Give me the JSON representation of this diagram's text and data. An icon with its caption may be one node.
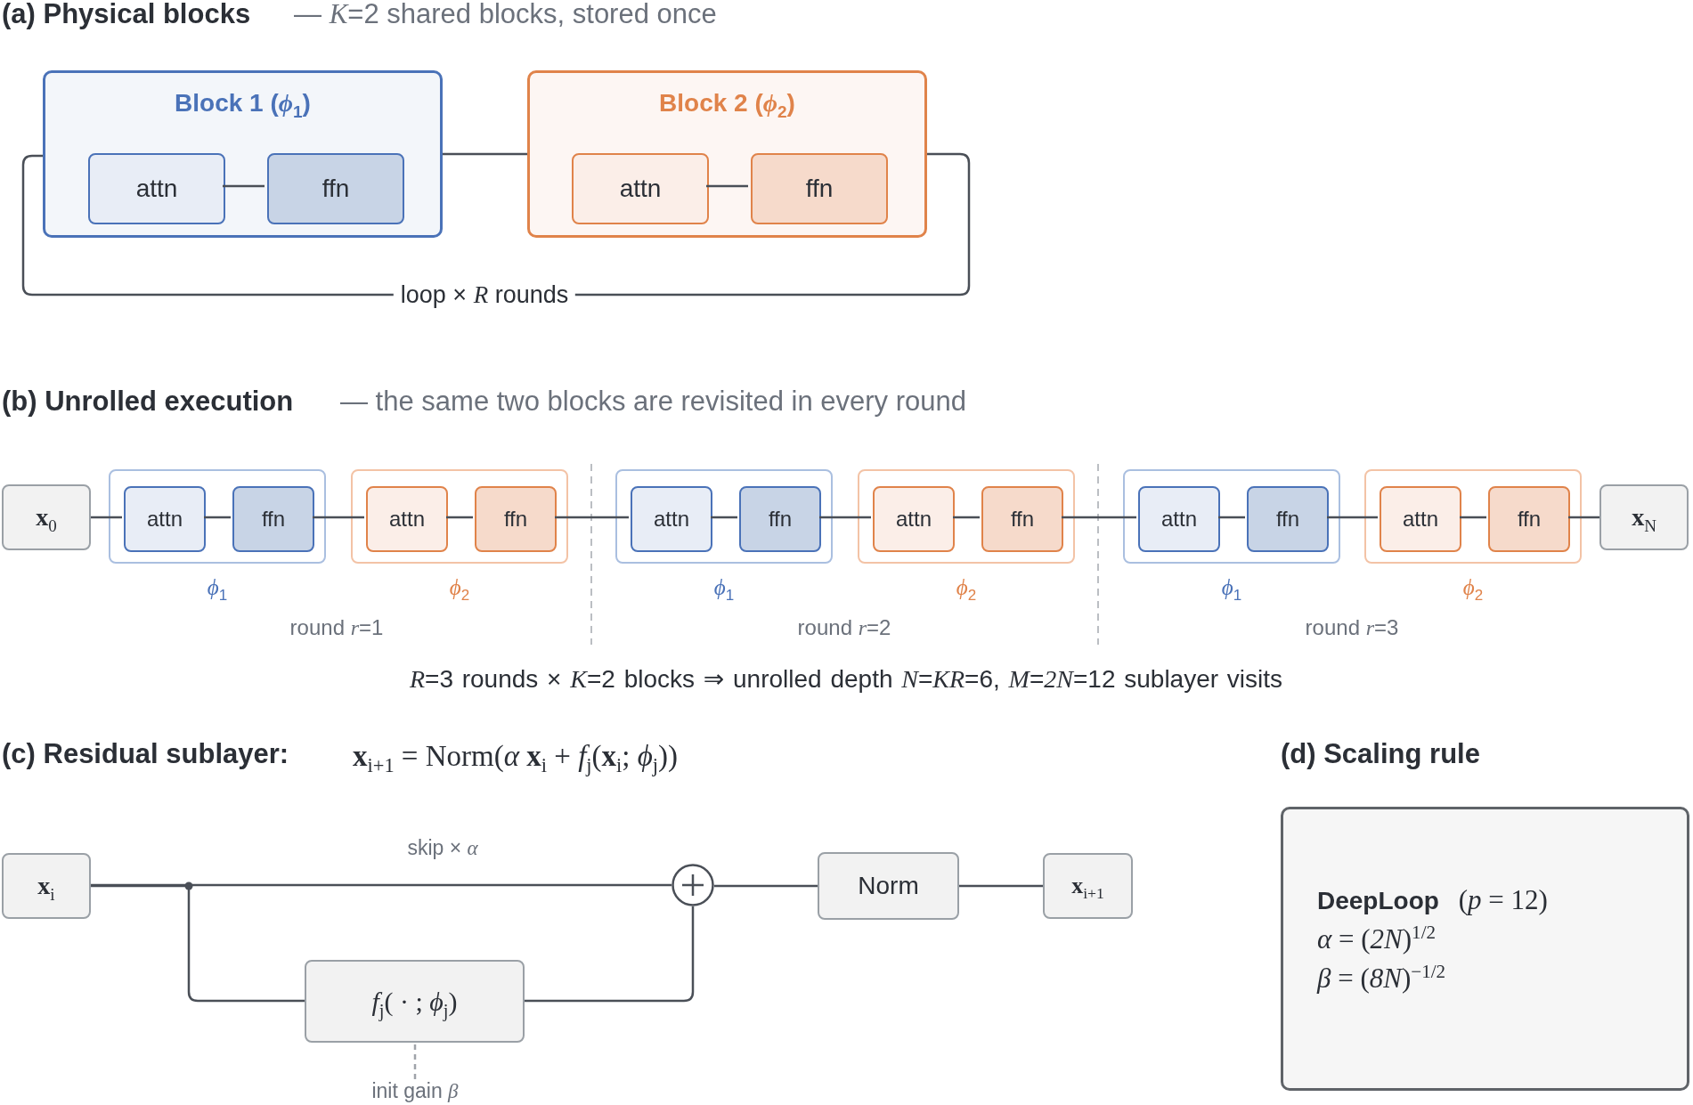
{
  "diagram": {
    "nodes": [
      {
        "text": [
          "Block 1 (*ϕ*$_{1}$)"
        ]
      },
      {
        "text": [
          "attn"
        ],
        "in": 0
      },
      {
        "text": [
          "ffn"
        ],
        "in": 0
      },
      {
        "text": [
          "Block 2 (*ϕ*$_{2}$)"
        ]
      },
      {
        "text": [
          "attn"
        ],
        "in": 3
      },
      {
        "text": [
          "ffn"
        ],
        "in": 3
      },
      {
        "text": [
          "**x**$_{0}$"
        ]
      },
      {
        "text": [
          "*ϕ*$_{1}$"
        ]
      },
      {
        "text": [
          "attn"
        ],
        "in": 7
      },
      {
        "text": [
          "ffn"
        ],
        "in": 7
      },
      {
        "text": [
          "*ϕ*$_{2}$"
        ]
      },
      {
        "text": [
          "attn"
        ],
        "in": 10
      },
      {
        "text": [
          "ffn"
        ],
        "in": 10
      },
      {
        "text": [
          "*ϕ*$_{1}$"
        ]
      },
      {
        "text": [
          "attn"
        ],
        "in": 13
      },
      {
        "text": [
          "ffn"
        ],
        "in": 13
      },
      {
        "text": [
          "*ϕ*$_{2}$"
        ]
      },
      {
        "text": [
          "attn"
        ],
        "in": 16
      },
      {
        "text": [
          "ffn"
        ],
        "in": 16
      },
      {
        "text": [
          "*ϕ*$_{1}$"
        ]
      },
      {
        "text": [
          "attn"
        ],
        "in": 19
      },
      {
        "text": [
          "ffn"
        ],
        "in": 19
      },
      {
        "text": [
          "*ϕ*$_{2}$"
        ]
      },
      {
        "text": [
          "attn"
        ],
        "in": 22
      },
      {
        "text": [
          "ffn"
        ],
        "in": 22
      },
      {
        "text": [
          "**x**$_{N}$"
        ]
      },
      {
        "text": [
          "**x**$_{i}$"
        ]
      },
      {
        "text": [],
        "shape": "circle"
      },
      {
        "text": [
          "Norm"
        ]
      },
      {
        "text": [
          "**x**$_{i+1}$"
        ]
      },
      {
        "text": [
          "*f*$_{j}$( · ; *ϕ*$_{j}$)"
        ]
      },
      {
        "text": [
          "init gain *β*"
        ]
      },
      {
        "text": [
          "**DeepLoop** (*p* = 12)",
          "*α* = (*2N*)$^{1/2}$",
          "*β* = (*8N*)$^{−1/2}$"
        ]
      }
    ],
    "edges": [
      {
        "from": 1,
        "to": 2,
        "arrow": "none"
      },
      {
        "from": 4,
        "to": 5,
        "arrow": "none"
      },
      {
        "from": 0,
        "to": 3,
        "arrow": "none"
      },
      {
        "from": 3,
        "to": 0,
        "arrow": "none",
        "label": "loop × *R* rounds"
      },
      {
        "from": 6,
        "to": 8,
        "arrow": "none"
      },
      {
        "from": 8,
        "to": 9,
        "arrow": "none"
      },
      {
        "from": 9,
        "to": 11,
        "arrow": "none"
      },
      {
        "from": 11,
        "to": 12,
        "arrow": "none"
      },
      {
        "from": 12,
        "to": 14,
        "arrow": "none"
      },
      {
        "from": 14,
        "to": 15,
        "arrow": "none"
      },
      {
        "from": 15,
        "to": 17,
        "arrow": "none"
      },
      {
        "from": 17,
        "to": 18,
        "arrow": "none"
      },
      {
        "from": 18,
        "to": 20,
        "arrow": "none"
      },
      {
        "from": 20,
        "to": 21,
        "arrow": "none"
      },
      {
        "from": 21,
        "to": 23,
        "arrow": "none"
      },
      {
        "from": 23,
        "to": 24,
        "arrow": "none"
      },
      {
        "from": 24,
        "to": 25,
        "arrow": "none"
      },
      {
        "from": 26,
        "to": 27,
        "arrow": "none",
        "label": "skip × *α*"
      },
      {
        "from": 26,
        "to": 30,
        "arrow": "none"
      },
      {
        "from": 30,
        "to": 27,
        "arrow": "none"
      },
      {
        "from": 27,
        "to": 28,
        "arrow": "none"
      },
      {
        "from": 28,
        "to": 29,
        "arrow": "none"
      },
      {
        "from": 31,
        "to": 30,
        "arrow": "none",
        "style": "dashed",
        "color": "#a0a4aa"
      }
    ],
    "labels": [
      "(a) Physical blocks",
      "— *K*=2 shared blocks, stored once",
      "(b) Unrolled execution",
      "— the same two blocks are revisited in every round",
      "round *r*=1",
      "round *r*=2",
      "round *r*=3",
      "*R*=3 rounds × *K*=2 blocks ⇒ unrolled depth *N*=*KR*=6, *M*=*2N*=12 sublayer visits",
      "(c) Residual sublayer:",
      "**x**$_{i+1}$ = Norm(*α* **x**$_{i}$ + *f*$_{j}$(**x**$_{i}$; *ϕ*$_{j}$))",
      "(d) Scaling rule"
    ]
  }
}
